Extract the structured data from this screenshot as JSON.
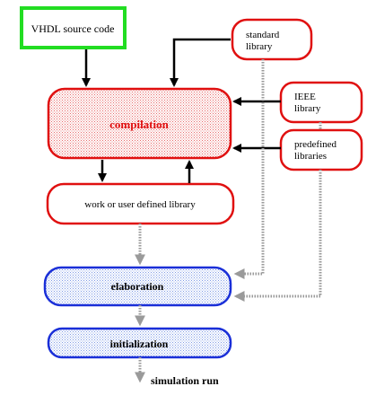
{
  "nodes": {
    "source": "VHDL source code",
    "standard_library": [
      "standard",
      "library"
    ],
    "ieee_library": [
      "IEEE",
      "library"
    ],
    "predefined_libraries": [
      "predefined",
      "libraries"
    ],
    "compilation": "compilation",
    "work_library": "work or user defined library",
    "elaboration": "elaboration",
    "initialization": "initialization",
    "simulation_run": "simulation run"
  },
  "colors": {
    "source_border": "#22dd22",
    "library_border": "#e01010",
    "compilation_text": "#e01010",
    "elab_border": "#1a2fd8",
    "elab_fill_dots": "#7f9be6",
    "comp_fill_dots": "#e86a6a",
    "arrow_black": "#000000",
    "arrow_gray": "#9a9a9a"
  }
}
